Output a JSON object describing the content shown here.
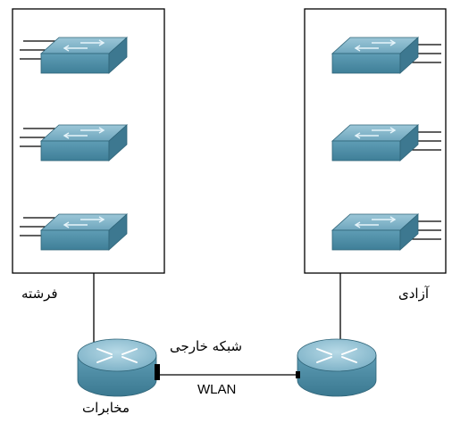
{
  "colors": {
    "device_top": "#7fb3c8",
    "device_front": "#4f8fa8",
    "device_side": "#3d7890",
    "device_outline": "#2f6478",
    "port_highlight": "#d9eef6",
    "line": "#000000",
    "background": "#ffffff"
  },
  "sites": {
    "left": {
      "label": "فرشته"
    },
    "right": {
      "label": "آزادی"
    }
  },
  "routers": {
    "left": {
      "label": "مخابرات",
      "icon": "router-icon"
    },
    "right": {
      "label": "",
      "icon": "router-icon"
    }
  },
  "link": {
    "top_label": "شبکه خارجی",
    "bottom_label": "WLAN"
  },
  "switch_icon": "switch-icon"
}
